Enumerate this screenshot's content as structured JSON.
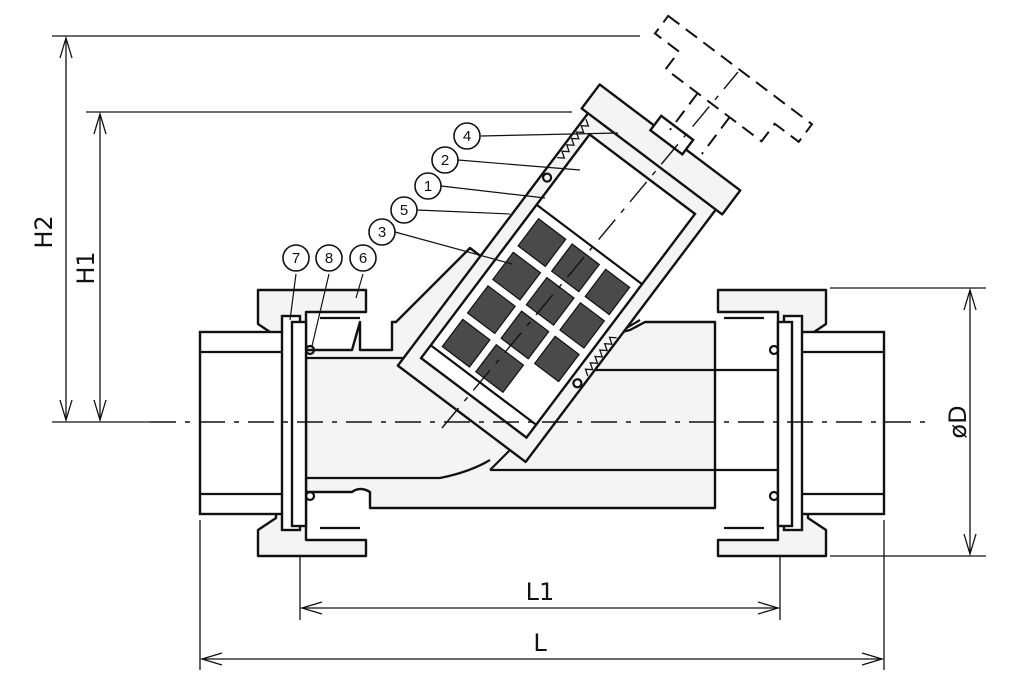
{
  "dimensions": {
    "h2": "H2",
    "h1": "H1",
    "l1": "L1",
    "l": "L",
    "od": "øD"
  },
  "balloons": [
    "1",
    "2",
    "3",
    "4",
    "5",
    "6",
    "7",
    "8"
  ]
}
